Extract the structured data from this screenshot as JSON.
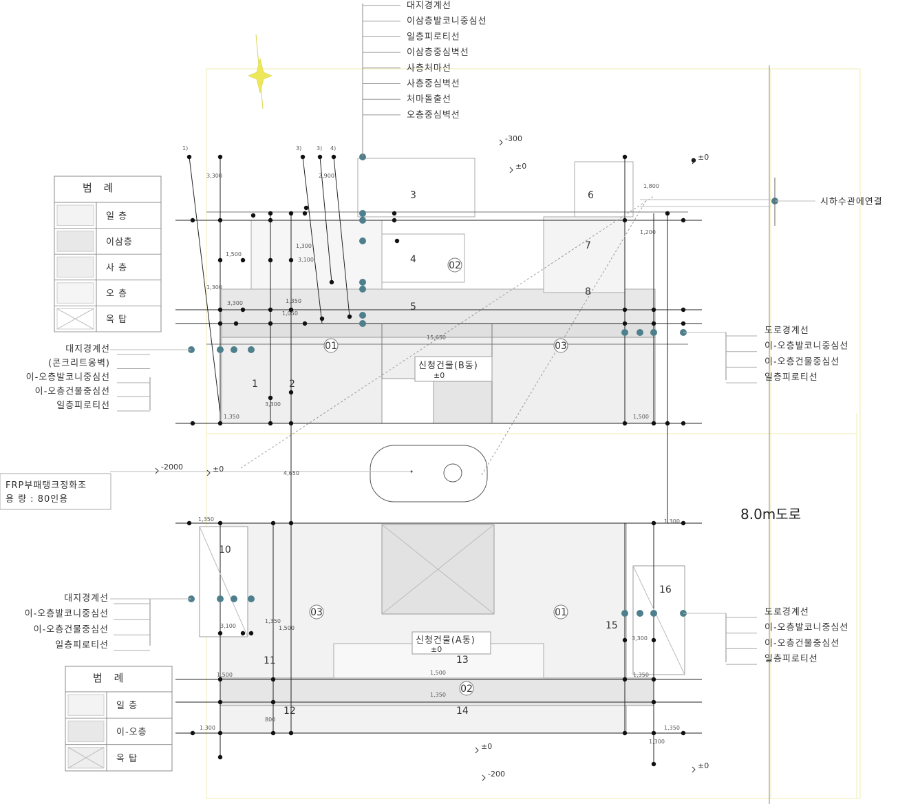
{
  "top_label_list": [
    "대지경계선",
    "이삼층발코니중심선",
    "일층피로티선",
    "이삼층중심벽선",
    "사층처마선",
    "사층중심벽선",
    "처마돌출선",
    "오층중심벽선"
  ],
  "sewer_label": "시하수관에연결",
  "right_labels_upper": [
    "도로경계선",
    "이-오층발코니중심선",
    "이-오층건물중심선",
    "일층피로티선"
  ],
  "right_labels_lower": [
    "도로경계선",
    "이-오층발코니중심선",
    "이-오층건물중심선",
    "일층피로티선"
  ],
  "left_labels_upper": [
    "대지경계선",
    "(콘크리트옹벽)",
    "이-오층발코니중심선",
    "이-오층건물중심선",
    "일층피로티선"
  ],
  "left_labels_lower": [
    "대지경계선",
    "이-오층발코니중심선",
    "이-오층건물중심선",
    "일층피로티선"
  ],
  "legend_upper": {
    "title": "범 례",
    "items": [
      "일 층",
      "이삼층",
      "사 층",
      "오 층",
      "옥 탑"
    ]
  },
  "legend_lower": {
    "title": "범 례",
    "items": [
      "일 층",
      "이-오층",
      "옥 탑"
    ]
  },
  "septic": {
    "line1": "FRP부패탱크정화조",
    "line2": "용 량 : 80인용"
  },
  "road_label": "8.0m도로",
  "building_b": {
    "label": "신청건물(B동)",
    "elev": "±0"
  },
  "building_a": {
    "label": "신청건물(A동)",
    "elev": "±0"
  },
  "elevations": [
    "-300",
    "±0",
    "±0",
    "-2000",
    "±0",
    "±0",
    "-200",
    "±0"
  ],
  "section_markers": [
    "1)",
    "3)",
    "3)",
    "4)"
  ],
  "zone_numbers": [
    "1",
    "2",
    "3",
    "4",
    "5",
    "6",
    "7",
    "8",
    "10",
    "11",
    "12",
    "13",
    "14",
    "15",
    "16"
  ],
  "circled_numbers": [
    "01",
    "02",
    "03",
    "03",
    "01",
    "02"
  ],
  "dimension_texts": [
    "3,300",
    "2,900",
    "1,300",
    "3,100",
    "1,500",
    "3,300",
    "1,300",
    "1,800",
    "1,050",
    "15,650",
    "4,650",
    "1,350",
    "1,200",
    "1,300",
    "1,350",
    "1,500",
    "3,300",
    "1,350",
    "1,500",
    "1,350",
    "3,100",
    "1,500",
    "1,350",
    "3,300",
    "1,500",
    "1,350",
    "1,300",
    "1,350",
    "800",
    "1,300"
  ]
}
